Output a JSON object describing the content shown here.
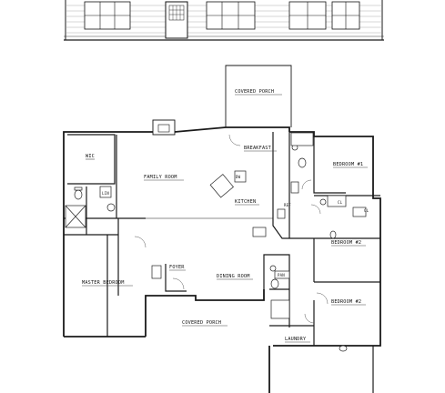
{
  "plan": {
    "rooms": {
      "covered_porch_rear": "COVERED PORCH",
      "breakfast": "BREAKFAST",
      "wic": "WIC",
      "family_room": "FAMILY ROOM",
      "kitchen": "KITCHEN",
      "bedroom_1": "BEDROOM #1",
      "bedroom_2": "BEDROOM #2",
      "bedroom_3": "BEDROOM #2",
      "master_bedroom": "MASTER BEDROOM",
      "foyer": "FOYER",
      "dining_room": "DINING ROOM",
      "covered_porch_front": "COVERED PORCH",
      "laundry": "LAUNDRY"
    },
    "fixtures": {
      "dw": "DW",
      "ref": "REF",
      "lin": "LIN",
      "cl1": "CL",
      "cl2": "CL",
      "pan": "PAN"
    }
  },
  "colors": {
    "line": "#1a1a1a",
    "background": "#ffffff"
  }
}
